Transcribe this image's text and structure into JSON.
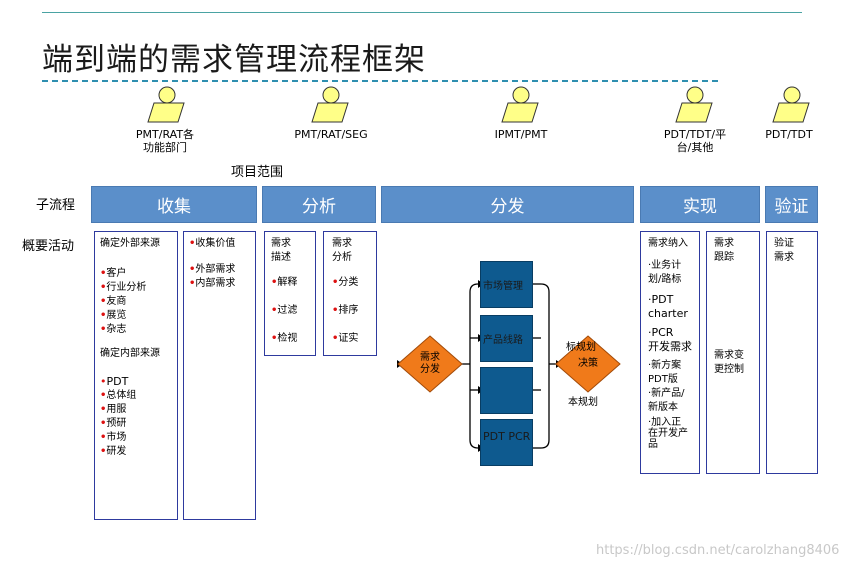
{
  "title": "端到端的需求管理流程框架",
  "roles": [
    "PMT/RAT各\n功能部门",
    "PMT/RAT/SEG",
    "IPMT/PMT",
    "PDT/TDT/平\n台/其他",
    "PDT/TDT"
  ],
  "scope_label": "项目范围",
  "row_labels": {
    "subprocess": "子流程",
    "activities": "概要活动"
  },
  "phases": [
    "收集",
    "分析",
    "分发",
    "实现",
    "验证"
  ],
  "collect": {
    "panel1_ext_title": "确定外部来源",
    "panel1_ext_items": [
      "客户",
      "行业分析",
      "友商",
      "展览",
      "杂志"
    ],
    "panel1_int_title": "确定内部来源",
    "panel1_int_items": [
      "PDT",
      "总体组",
      "用服",
      "预研",
      "市场",
      "研发"
    ],
    "panel2_items": [
      "收集价值",
      "外部需求",
      "内部需求"
    ]
  },
  "analyze": {
    "panel1_title": "需求\n描述",
    "panel1_items": [
      "解释",
      "过滤",
      "检视"
    ],
    "panel2_title": "需求\n分析",
    "panel2_items": [
      "分类",
      "排序",
      "证实"
    ]
  },
  "distribute": {
    "diamond1": "需求\n分发",
    "squares": [
      "市场管理",
      "产品线路",
      "",
      "PDT  PCR"
    ],
    "diamond2": "决策",
    "label_top": "标规划",
    "label_bottom": "本规划"
  },
  "realize": {
    "panel1_title": "需求纳入",
    "panel1_items": [
      "·业务计\n划/路标",
      "·PDT\ncharter",
      "·PCR\n开发需求",
      "·新方案\nPDT版",
      "·新产品/\n新版本",
      "·加入正\n在开发产\n品"
    ],
    "panel2_title": "需求\n跟踪",
    "panel2_item": "需求变\n更控制"
  },
  "verify": {
    "panel_title": "验证\n需求"
  },
  "watermark": "https://blog.csdn.net/carolzhang8406",
  "colors": {
    "phase_fill": "#5b8fca",
    "panel_border": "#2e3a9e",
    "square_fill": "#0e5a8f",
    "diamond_fill": "#f07a1a",
    "figure_fill": "#ffff88",
    "bullet": "#d11111"
  }
}
